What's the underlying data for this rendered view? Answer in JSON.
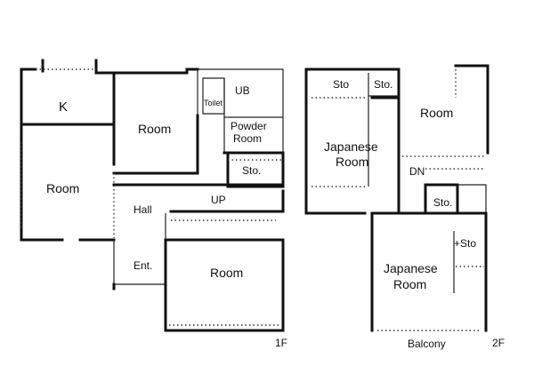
{
  "floor1": {
    "label": "1F",
    "rooms": {
      "kitchen": "K",
      "room_top": "Room",
      "unit_bath": "UB",
      "toilet": "Toilet",
      "powder_room_1": "Powder",
      "powder_room_2": "Room",
      "storage": "Sto.",
      "room_left": "Room",
      "hall": "Hall",
      "up": "UP",
      "entrance": "Ent.",
      "room_bottom": "Room"
    }
  },
  "floor2": {
    "label": "2F",
    "rooms": {
      "storage_a": "Sto",
      "storage_b": "Sto.",
      "room": "Room",
      "japanese_1_line1": "Japanese",
      "japanese_1_line2": "Room",
      "down": "DN",
      "storage_c": "Sto.",
      "storage_d": "+Sto",
      "japanese_2_line1": "Japanese",
      "japanese_2_line2": "Room",
      "balcony": "Balcony"
    }
  }
}
